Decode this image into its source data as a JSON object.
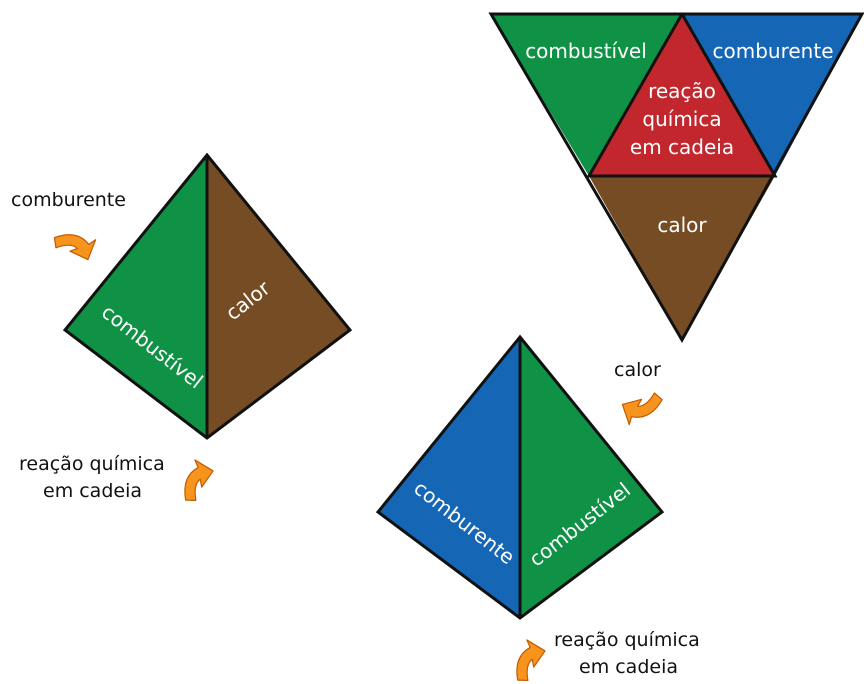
{
  "colors": {
    "combustivel": "#0f9245",
    "comburente": "#1566b5",
    "calor": "#754c24",
    "reacao": "#c1272d",
    "arrow": "#f7941d",
    "outline": "#111111"
  },
  "left_diagram": {
    "combustivel": "combustível",
    "calor": "calor",
    "comburente_label": "comburente",
    "reacao_line1": "reação química",
    "reacao_line2": "em cadeia"
  },
  "top_diagram": {
    "combustivel": "combustível",
    "comburente": "comburente",
    "reacao_line1": "reação",
    "reacao_line2": "química",
    "reacao_line3": "em cadeia",
    "calor": "calor"
  },
  "right_diagram": {
    "comburente": "comburente",
    "combustivel": "combustível",
    "calor_label": "calor",
    "reacao_line1": "reação química",
    "reacao_line2": "em cadeia"
  }
}
